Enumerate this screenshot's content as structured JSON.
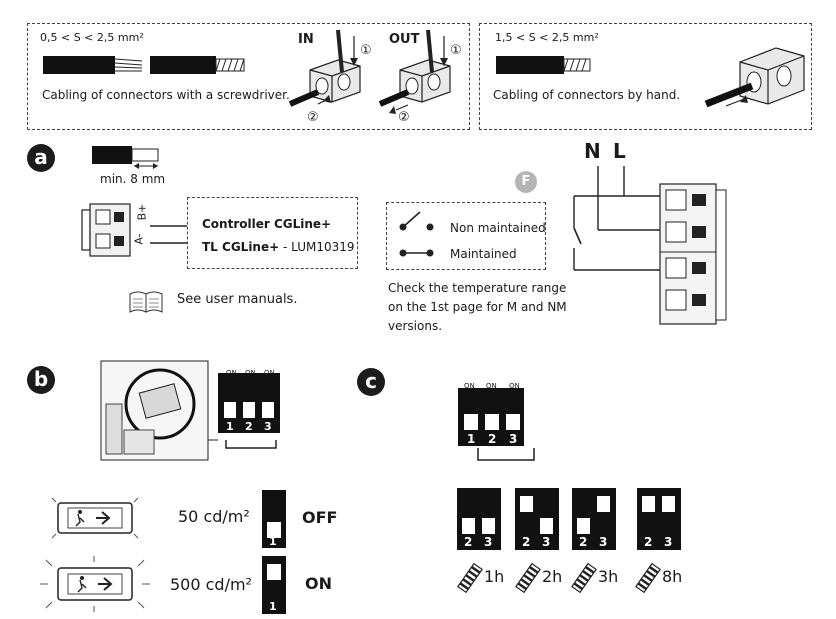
{
  "top_left_box": {
    "range_label": "0,5 < S < 2,5 mm²",
    "in_label": "IN",
    "out_label": "OUT",
    "step1": "①",
    "step2": "②",
    "caption": "Cabling of connectors with a screwdriver."
  },
  "top_right_box": {
    "range_label": "1,5 < S < 2,5 mm²",
    "caption": "Cabling of connectors by hand."
  },
  "section_a": {
    "badge": "a",
    "strip_length": "min. 8 mm",
    "terminal_b": "B+",
    "terminal_a": "A-",
    "controller_label": "Controller CGLine+",
    "tl_label_bold": "TL CGLine+",
    "tl_label_rest": " - LUM10319",
    "manual_text": "See user manuals.",
    "f_badge": "F",
    "non_maintained": "Non maintained",
    "maintained": "Maintained",
    "temperature_note": [
      "Check the temperature range",
      "on the 1st page for M and NM",
      "versions."
    ],
    "mains_n": "N",
    "mains_l": "L"
  },
  "section_b": {
    "badge": "b",
    "dip_on": [
      "ON",
      "ON",
      "ON"
    ],
    "dip_numbers": [
      "1",
      "2",
      "3"
    ],
    "luminance_low": "50 cd/m²",
    "luminance_high": "500 cd/m²",
    "state_off": "OFF",
    "state_on": "ON",
    "switch_number": "1"
  },
  "section_c": {
    "badge": "c",
    "dip_on": [
      "ON",
      "ON",
      "ON"
    ],
    "dip_numbers": [
      "1",
      "2",
      "3"
    ],
    "options": [
      {
        "switches": [
          "2",
          "3"
        ],
        "duration": "1h"
      },
      {
        "switches": [
          "2",
          "3"
        ],
        "duration": "2h"
      },
      {
        "switches": [
          "2",
          "3"
        ],
        "duration": "3h"
      },
      {
        "switches": [
          "2",
          "3"
        ],
        "duration": "8h"
      }
    ]
  }
}
